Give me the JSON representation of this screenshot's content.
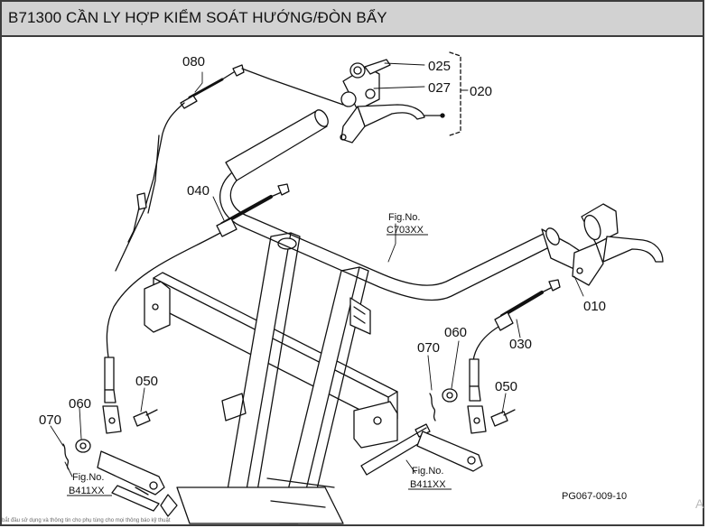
{
  "title": "B71300 CẦN LY HỢP KIỂM SOÁT HƯỚNG/ĐÒN BẨY",
  "callouts": {
    "p080": "080",
    "p025": "025",
    "p027": "027",
    "p020": "020",
    "p040": "040",
    "p010": "010",
    "p030": "030",
    "p060_right": "060",
    "p070_right": "070",
    "p050_right": "050",
    "p050_left": "050",
    "p060_left": "060",
    "p070_left": "070"
  },
  "fig_refs": {
    "c703_label": "Fig.No.",
    "c703_code": "C703XX",
    "b411_left_label": "Fig.No.",
    "b411_left_code": "B411XX",
    "b411_right_label": "Fig.No.",
    "b411_right_code": "B411XX"
  },
  "drawing_code": "PG067-009-10",
  "footer_note": "bắt đầu sử dụng và thông tin cho phụ tùng cho mọi thông báo kỹ thuật",
  "corner_mark": "A"
}
